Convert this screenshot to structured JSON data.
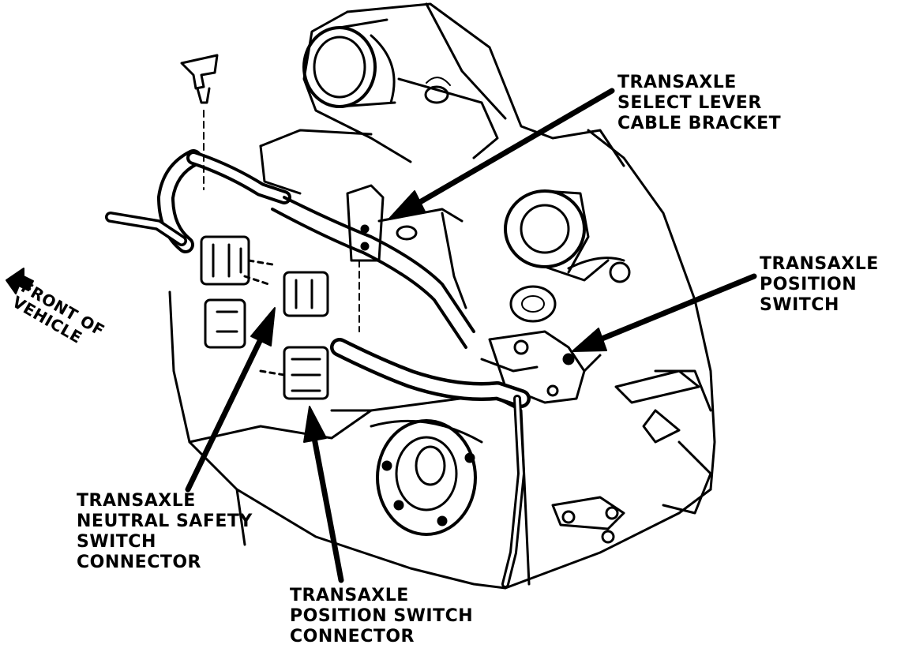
{
  "labels": {
    "select_lever_bracket": [
      "TRANSAXLE",
      "SELECT LEVER",
      "CABLE BRACKET"
    ],
    "position_switch": [
      "TRANSAXLE",
      "POSITION",
      "SWITCH"
    ],
    "neutral_safety_connector": [
      "TRANSAXLE",
      "NEUTRAL SAFETY",
      "SWITCH",
      "CONNECTOR"
    ],
    "position_switch_connector": [
      "TRANSAXLE",
      "POSITION SWITCH",
      "CONNECTOR"
    ],
    "front_of_vehicle": [
      "FRONT OF",
      "VEHICLE"
    ]
  },
  "colors": {
    "ink": "#000000",
    "paper": "#ffffff"
  }
}
